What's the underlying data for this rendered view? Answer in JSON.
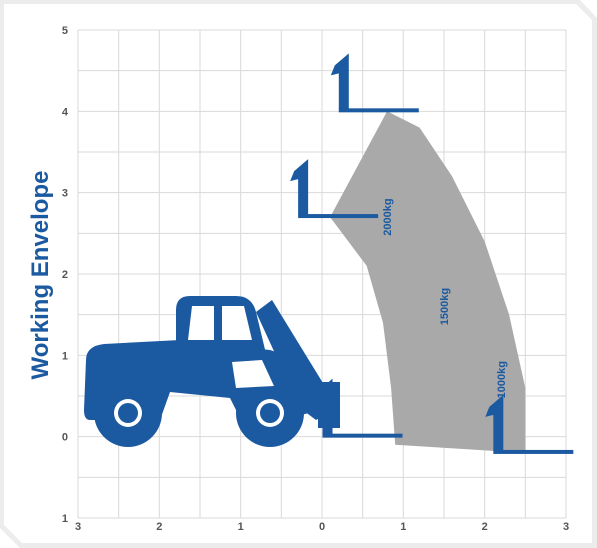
{
  "colors": {
    "brand": "#1b5aa0",
    "envelope": "#a9a9aa",
    "grid": "#d9d9d9",
    "panel": "#ffffff",
    "frame": "#eaeaea",
    "tick": "#555555"
  },
  "chart_data": {
    "type": "area",
    "title": "Working Envelope",
    "xlabel": "",
    "ylabel": "",
    "xlim": [
      -3,
      3
    ],
    "ylim": [
      -1,
      5
    ],
    "grid": true,
    "x_ticks": [
      {
        "value": -3,
        "label": "3"
      },
      {
        "value": -2,
        "label": "2"
      },
      {
        "value": -1,
        "label": "1"
      },
      {
        "value": 0,
        "label": "0"
      },
      {
        "value": 1,
        "label": "1"
      },
      {
        "value": 2,
        "label": "2"
      },
      {
        "value": 3,
        "label": "3"
      }
    ],
    "y_ticks": [
      {
        "value": -1,
        "label": "1"
      },
      {
        "value": 0,
        "label": "0"
      },
      {
        "value": 1,
        "label": "1"
      },
      {
        "value": 2,
        "label": "2"
      },
      {
        "value": 3,
        "label": "3"
      },
      {
        "value": 4,
        "label": "4"
      },
      {
        "value": 5,
        "label": "5"
      }
    ],
    "envelope": {
      "outer": [
        [
          0.8,
          4.0
        ],
        [
          1.2,
          3.8
        ],
        [
          1.6,
          3.2
        ],
        [
          2.0,
          2.4
        ],
        [
          2.3,
          1.5
        ],
        [
          2.5,
          0.6
        ],
        [
          2.5,
          -0.2
        ]
      ],
      "inner": [
        [
          0.9,
          -0.1
        ],
        [
          0.85,
          0.6
        ],
        [
          0.75,
          1.4
        ],
        [
          0.55,
          2.1
        ],
        [
          0.1,
          2.7
        ]
      ]
    },
    "load_labels": [
      {
        "label": "2000kg",
        "x": 0.85,
        "y": 2.7
      },
      {
        "label": "1500kg",
        "x": 1.55,
        "y": 1.6
      },
      {
        "label": "1000kg",
        "x": 2.25,
        "y": 0.7
      }
    ],
    "fork_positions": [
      {
        "x": 0.1,
        "y": 2.7
      },
      {
        "x": 0.6,
        "y": 4.0
      },
      {
        "x": 0.4,
        "y": 0.0
      },
      {
        "x": 2.5,
        "y": -0.2
      }
    ]
  }
}
